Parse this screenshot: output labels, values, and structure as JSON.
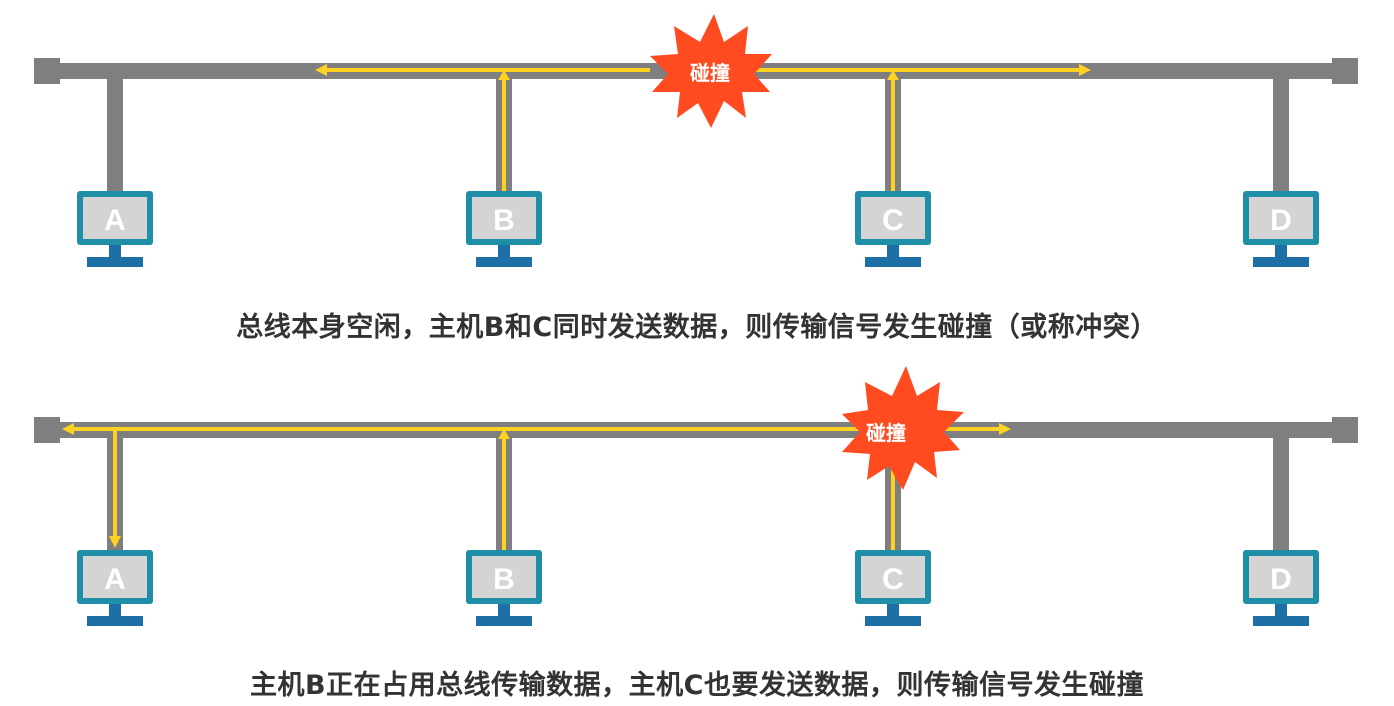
{
  "colors": {
    "bus": "#7f7f7f",
    "signal": "#ffd21f",
    "monitor_frame": "#1f8fa7",
    "monitor_screen": "#d4d4d4",
    "monitor_stand": "#1f6fa7",
    "collision": "#ff4b1f"
  },
  "scenes": [
    {
      "hosts": [
        {
          "label": "A"
        },
        {
          "label": "B"
        },
        {
          "label": "C"
        },
        {
          "label": "D"
        }
      ],
      "collision_label": "碰撞",
      "caption": "总线本身空闲，主机B和C同时发送数据，则传输信号发生碰撞（或称冲突）"
    },
    {
      "hosts": [
        {
          "label": "A"
        },
        {
          "label": "B"
        },
        {
          "label": "C"
        },
        {
          "label": "D"
        }
      ],
      "collision_label": "碰撞",
      "caption": "主机B正在占用总线传输数据，主机C也要发送数据，则传输信号发生碰撞"
    }
  ],
  "icons": {
    "host": "computer-monitor-icon",
    "collision": "starburst-icon"
  }
}
